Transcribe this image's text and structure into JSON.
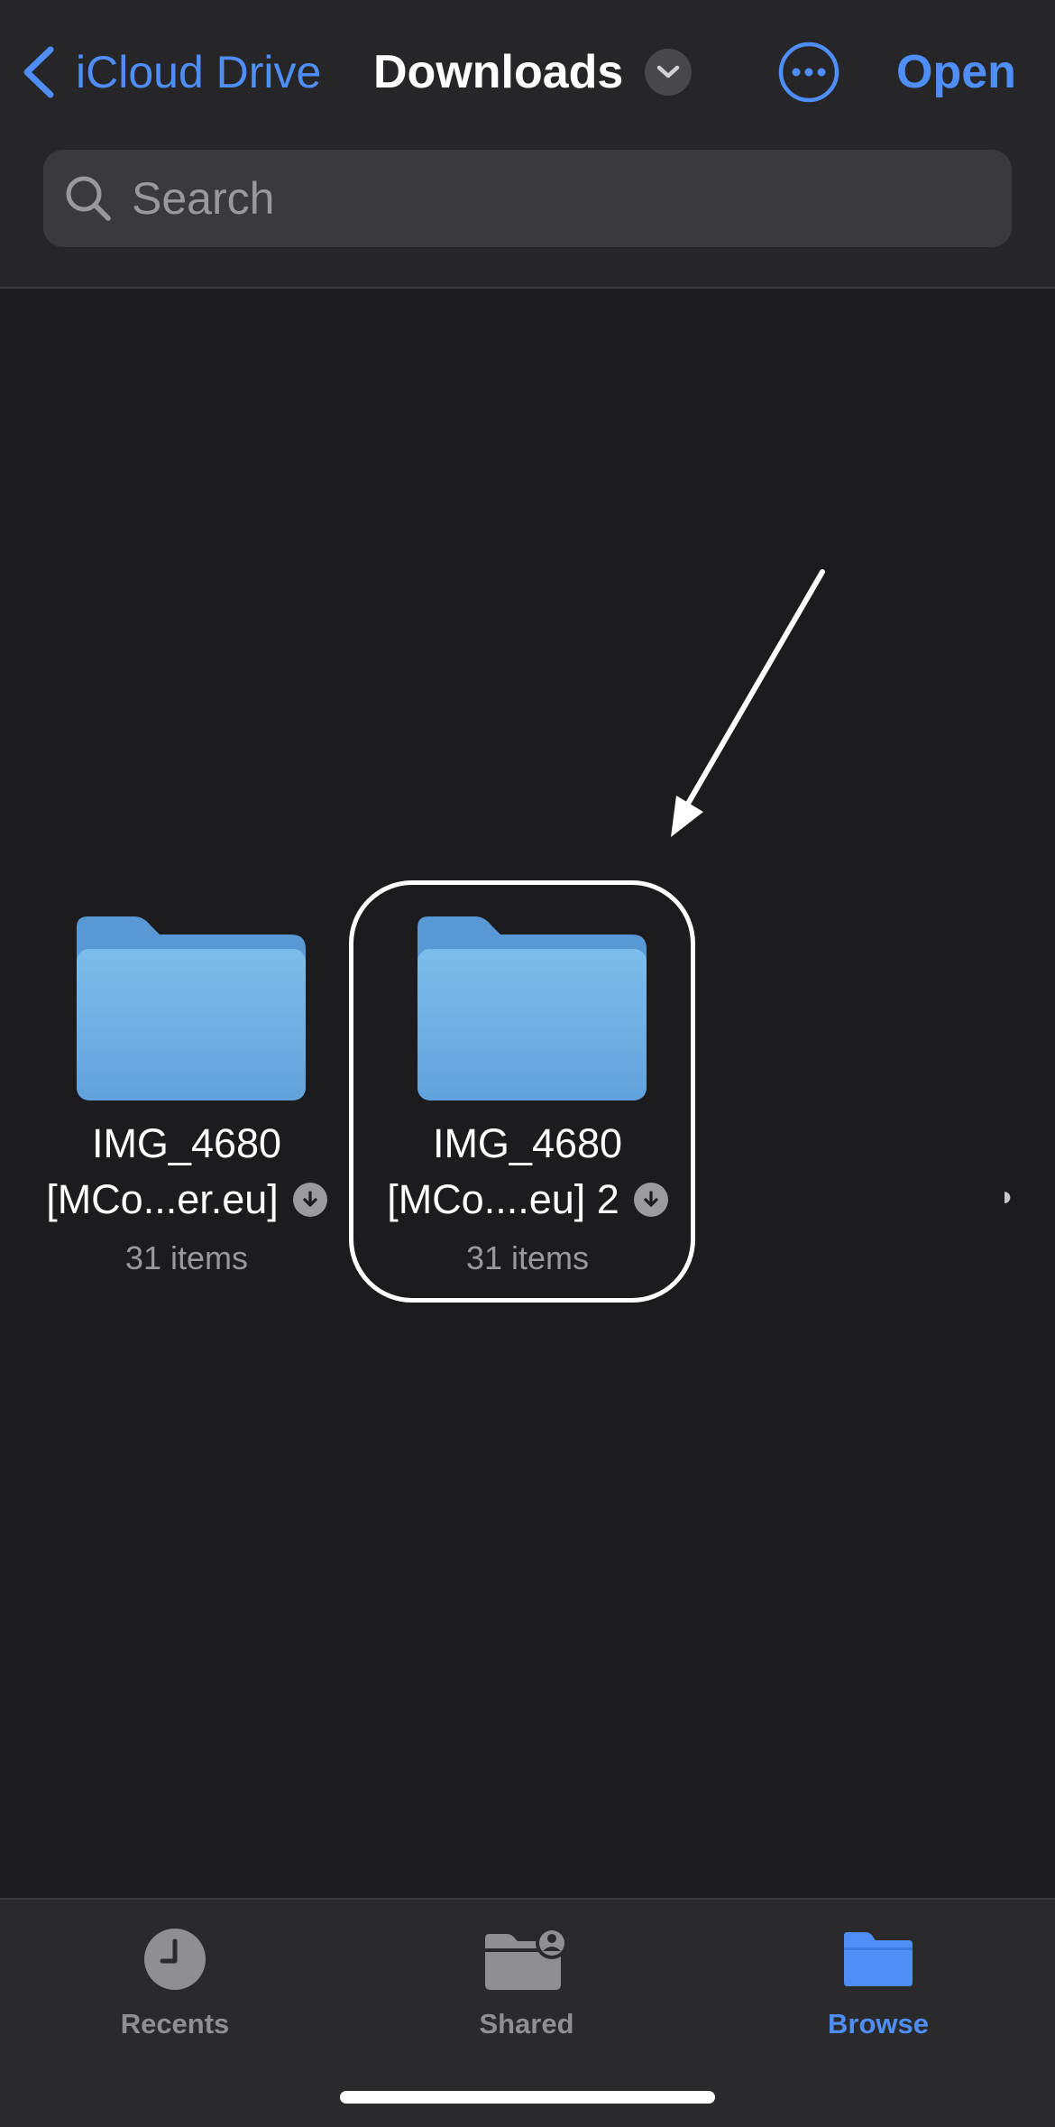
{
  "navbar": {
    "back_label": "iCloud Drive",
    "title": "Downloads",
    "open_label": "Open"
  },
  "search": {
    "placeholder": "Search",
    "value": ""
  },
  "folders": [
    {
      "name_line1": "IMG_4680",
      "name_line2": "[MCo...er.eu]",
      "count": "31 items",
      "icon": "folder-icon",
      "download_icon": "cloud-download-icon"
    },
    {
      "name_line1": "IMG_4680",
      "name_line2": "[MCo....eu] 2",
      "count": "31 items",
      "icon": "folder-icon",
      "download_icon": "cloud-download-icon",
      "highlighted": true
    }
  ],
  "tabs": [
    {
      "label": "Recents",
      "icon": "clock-icon",
      "active": false
    },
    {
      "label": "Shared",
      "icon": "shared-folder-icon",
      "active": false
    },
    {
      "label": "Browse",
      "icon": "folder-icon",
      "active": true
    }
  ],
  "colors": {
    "accent": "#4f8ef7",
    "background": "#1c1c1e",
    "folder": "#6aaae4"
  }
}
